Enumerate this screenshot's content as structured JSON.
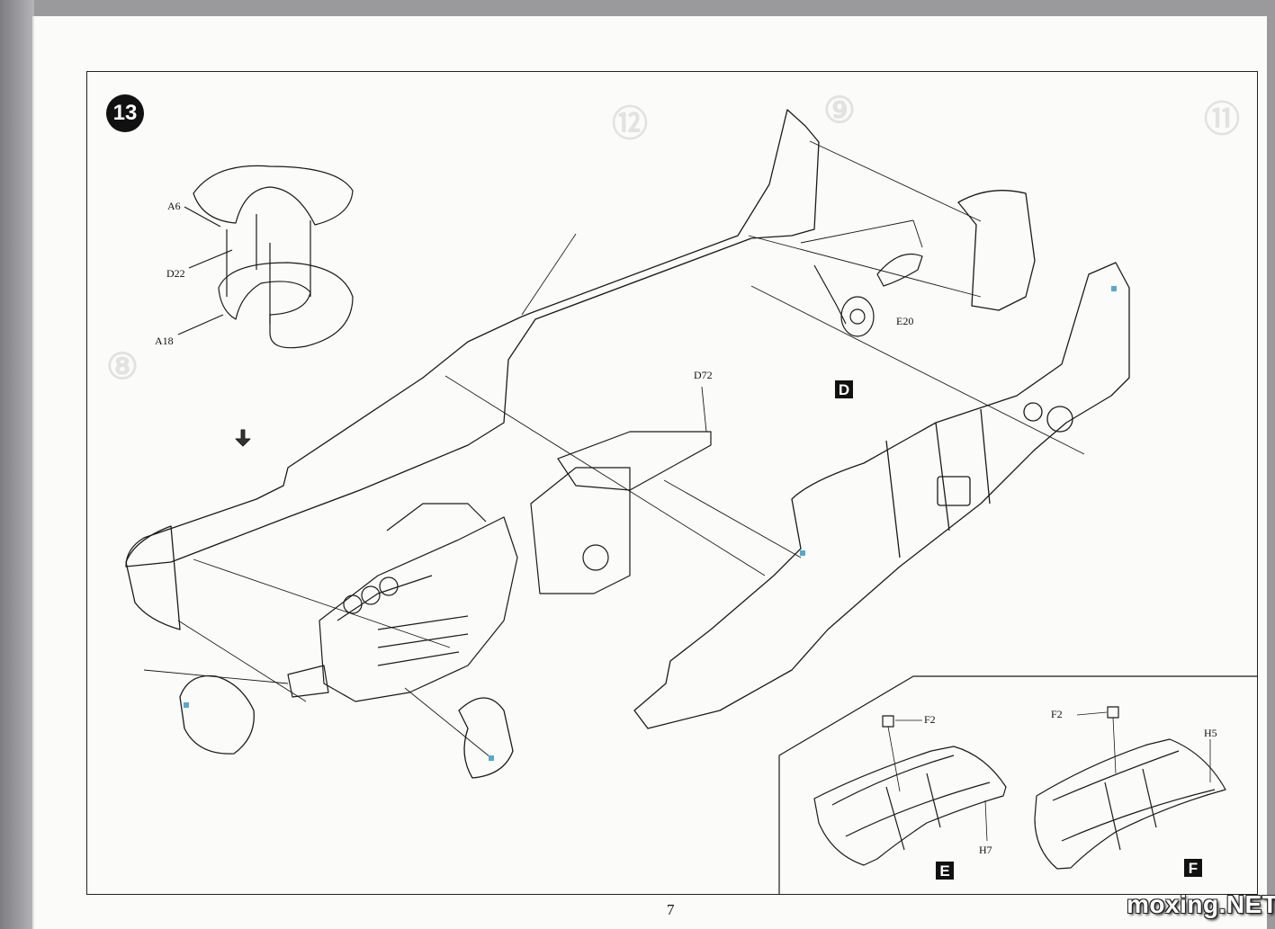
{
  "step": {
    "number": "13"
  },
  "callouts": {
    "a6": "A6",
    "d22": "D22",
    "a18": "A18",
    "d72": "D72",
    "e20": "E20",
    "f2_left": "F2",
    "f2_right": "F2",
    "h7": "H7",
    "h5": "H5"
  },
  "subassemblies": {
    "d": "D",
    "e": "E",
    "f": "F"
  },
  "page_number": "7",
  "watermark": "moxing.NET",
  "colors": {
    "ink": "#111111",
    "paper": "#fbfbf9",
    "accent_marker": "#5aa8c8"
  }
}
